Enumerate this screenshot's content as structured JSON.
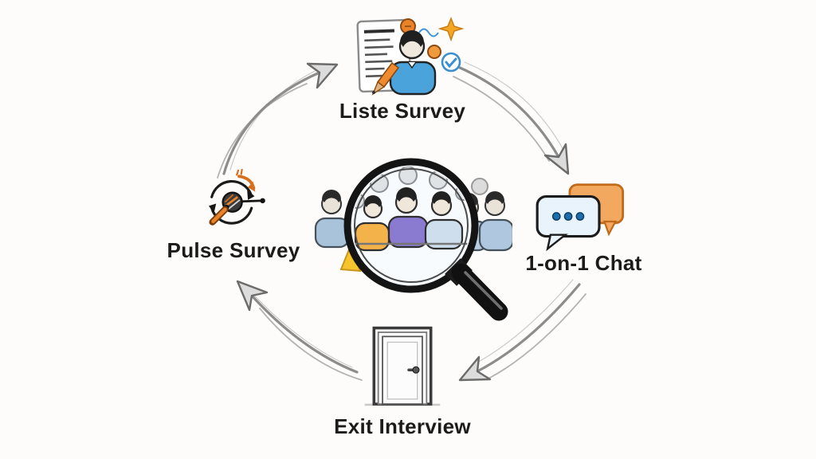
{
  "canvas": {
    "background": "#fdfcfa",
    "style": "hand-drawn sketch diagram"
  },
  "cycle": {
    "center_icon": "magnifier-over-people-icon",
    "nodes": [
      {
        "id": "listen-survey",
        "label": "Liste Survey",
        "position": "top",
        "icon": "survey-writer-icon"
      },
      {
        "id": "one-on-one-chat",
        "label": "1-on-1 Chat",
        "position": "right",
        "icon": "chat-bubbles-icon"
      },
      {
        "id": "exit-interview",
        "label": "Exit Interview",
        "position": "bottom",
        "icon": "exit-door-icon"
      },
      {
        "id": "pulse-survey",
        "label": "Pulse Survey",
        "position": "left",
        "icon": "pulse-cycle-icon"
      }
    ],
    "arrows": [
      {
        "from": "pulse-survey",
        "to": "listen-survey",
        "direction": "up-right"
      },
      {
        "from": "listen-survey",
        "to": "one-on-one-chat",
        "direction": "down-right"
      },
      {
        "from": "one-on-one-chat",
        "to": "exit-interview",
        "direction": "down-left"
      },
      {
        "from": "exit-interview",
        "to": "pulse-survey",
        "direction": "up-left"
      }
    ]
  },
  "colors": {
    "text": "#1b1b1b",
    "accent_orange": "#e8832a",
    "accent_blue": "#4ba3dc",
    "bubble_blue_fill": "#e9f3fb",
    "bubble_orange_fill": "#f3a85f",
    "person_purple": "#8a7ad0",
    "person_yellow": "#f3b24a",
    "sketch_gray": "#8c8c8c"
  }
}
